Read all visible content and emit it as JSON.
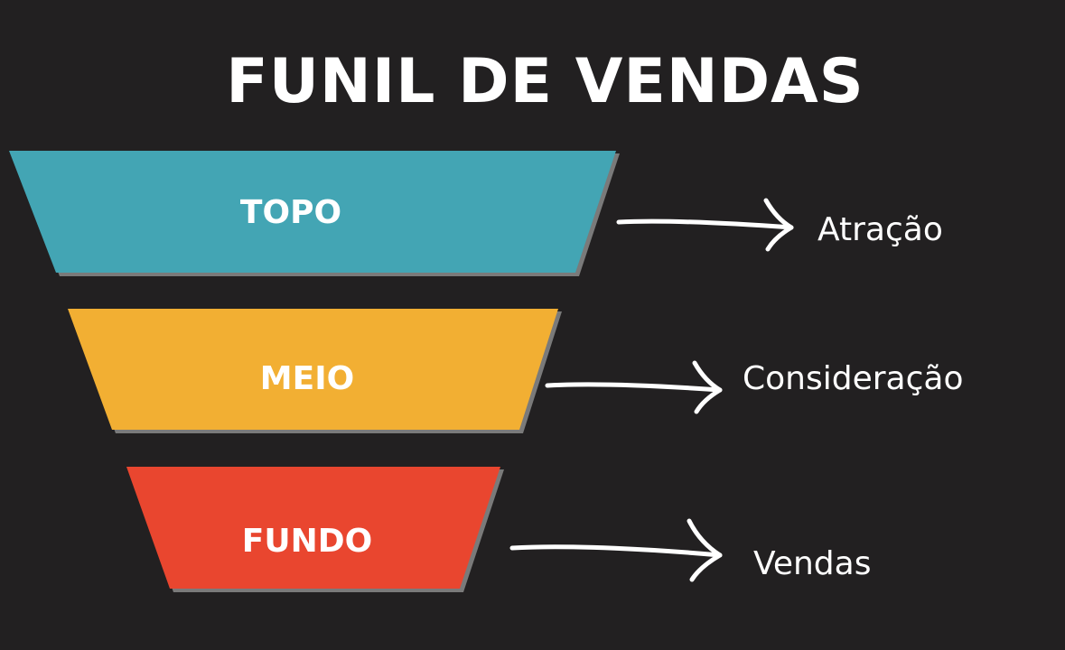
{
  "title": "FUNIL DE VENDAS",
  "colors": {
    "background": "#222021",
    "topo": "#43a5b4",
    "meio": "#f2af33",
    "fundo": "#e9462f",
    "text": "#ffffff",
    "shadow": "#7a7a7a"
  },
  "stages": [
    {
      "label": "TOPO",
      "outcome": "Atração",
      "color": "#43a5b4"
    },
    {
      "label": "MEIO",
      "outcome": "Consideração",
      "color": "#f2af33"
    },
    {
      "label": "FUNDO",
      "outcome": "Vendas",
      "color": "#e9462f"
    }
  ],
  "icons": [
    "arrow-right-icon",
    "arrow-right-icon",
    "arrow-right-icon"
  ]
}
